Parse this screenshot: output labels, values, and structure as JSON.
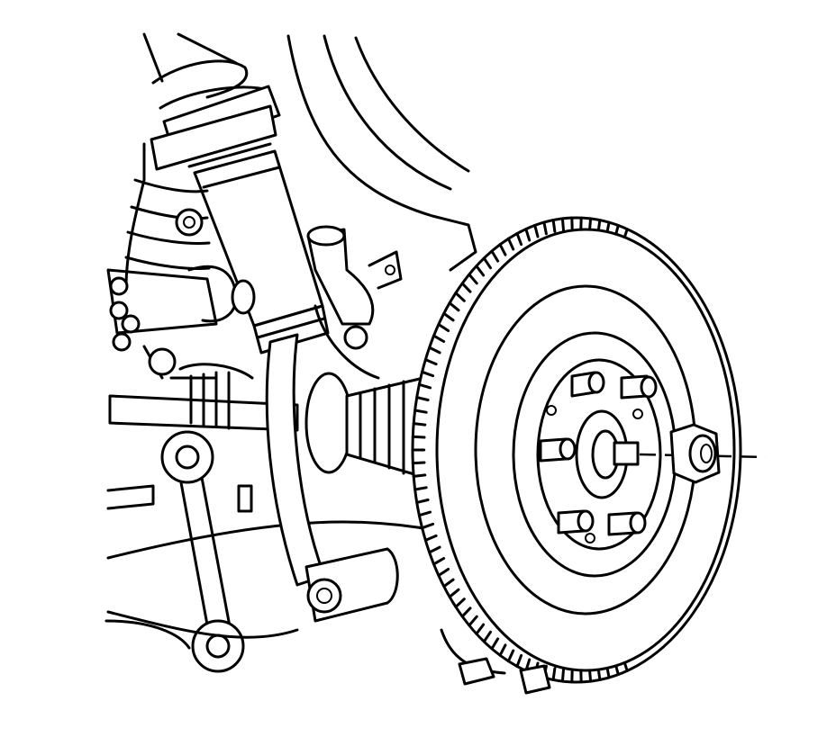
{
  "figure": {
    "style": "line-art",
    "colors": {
      "ink": "#000000",
      "background": "#ffffff"
    },
    "parts": [
      "strut-spring",
      "strut-body",
      "steering-knuckle",
      "brake-rotor",
      "abs-tone-ring",
      "wheel-studs",
      "hub-nut",
      "drive-axle-boot",
      "stabilizer-link",
      "lower-control-arm",
      "steering-gear-boot",
      "tie-rod"
    ]
  }
}
